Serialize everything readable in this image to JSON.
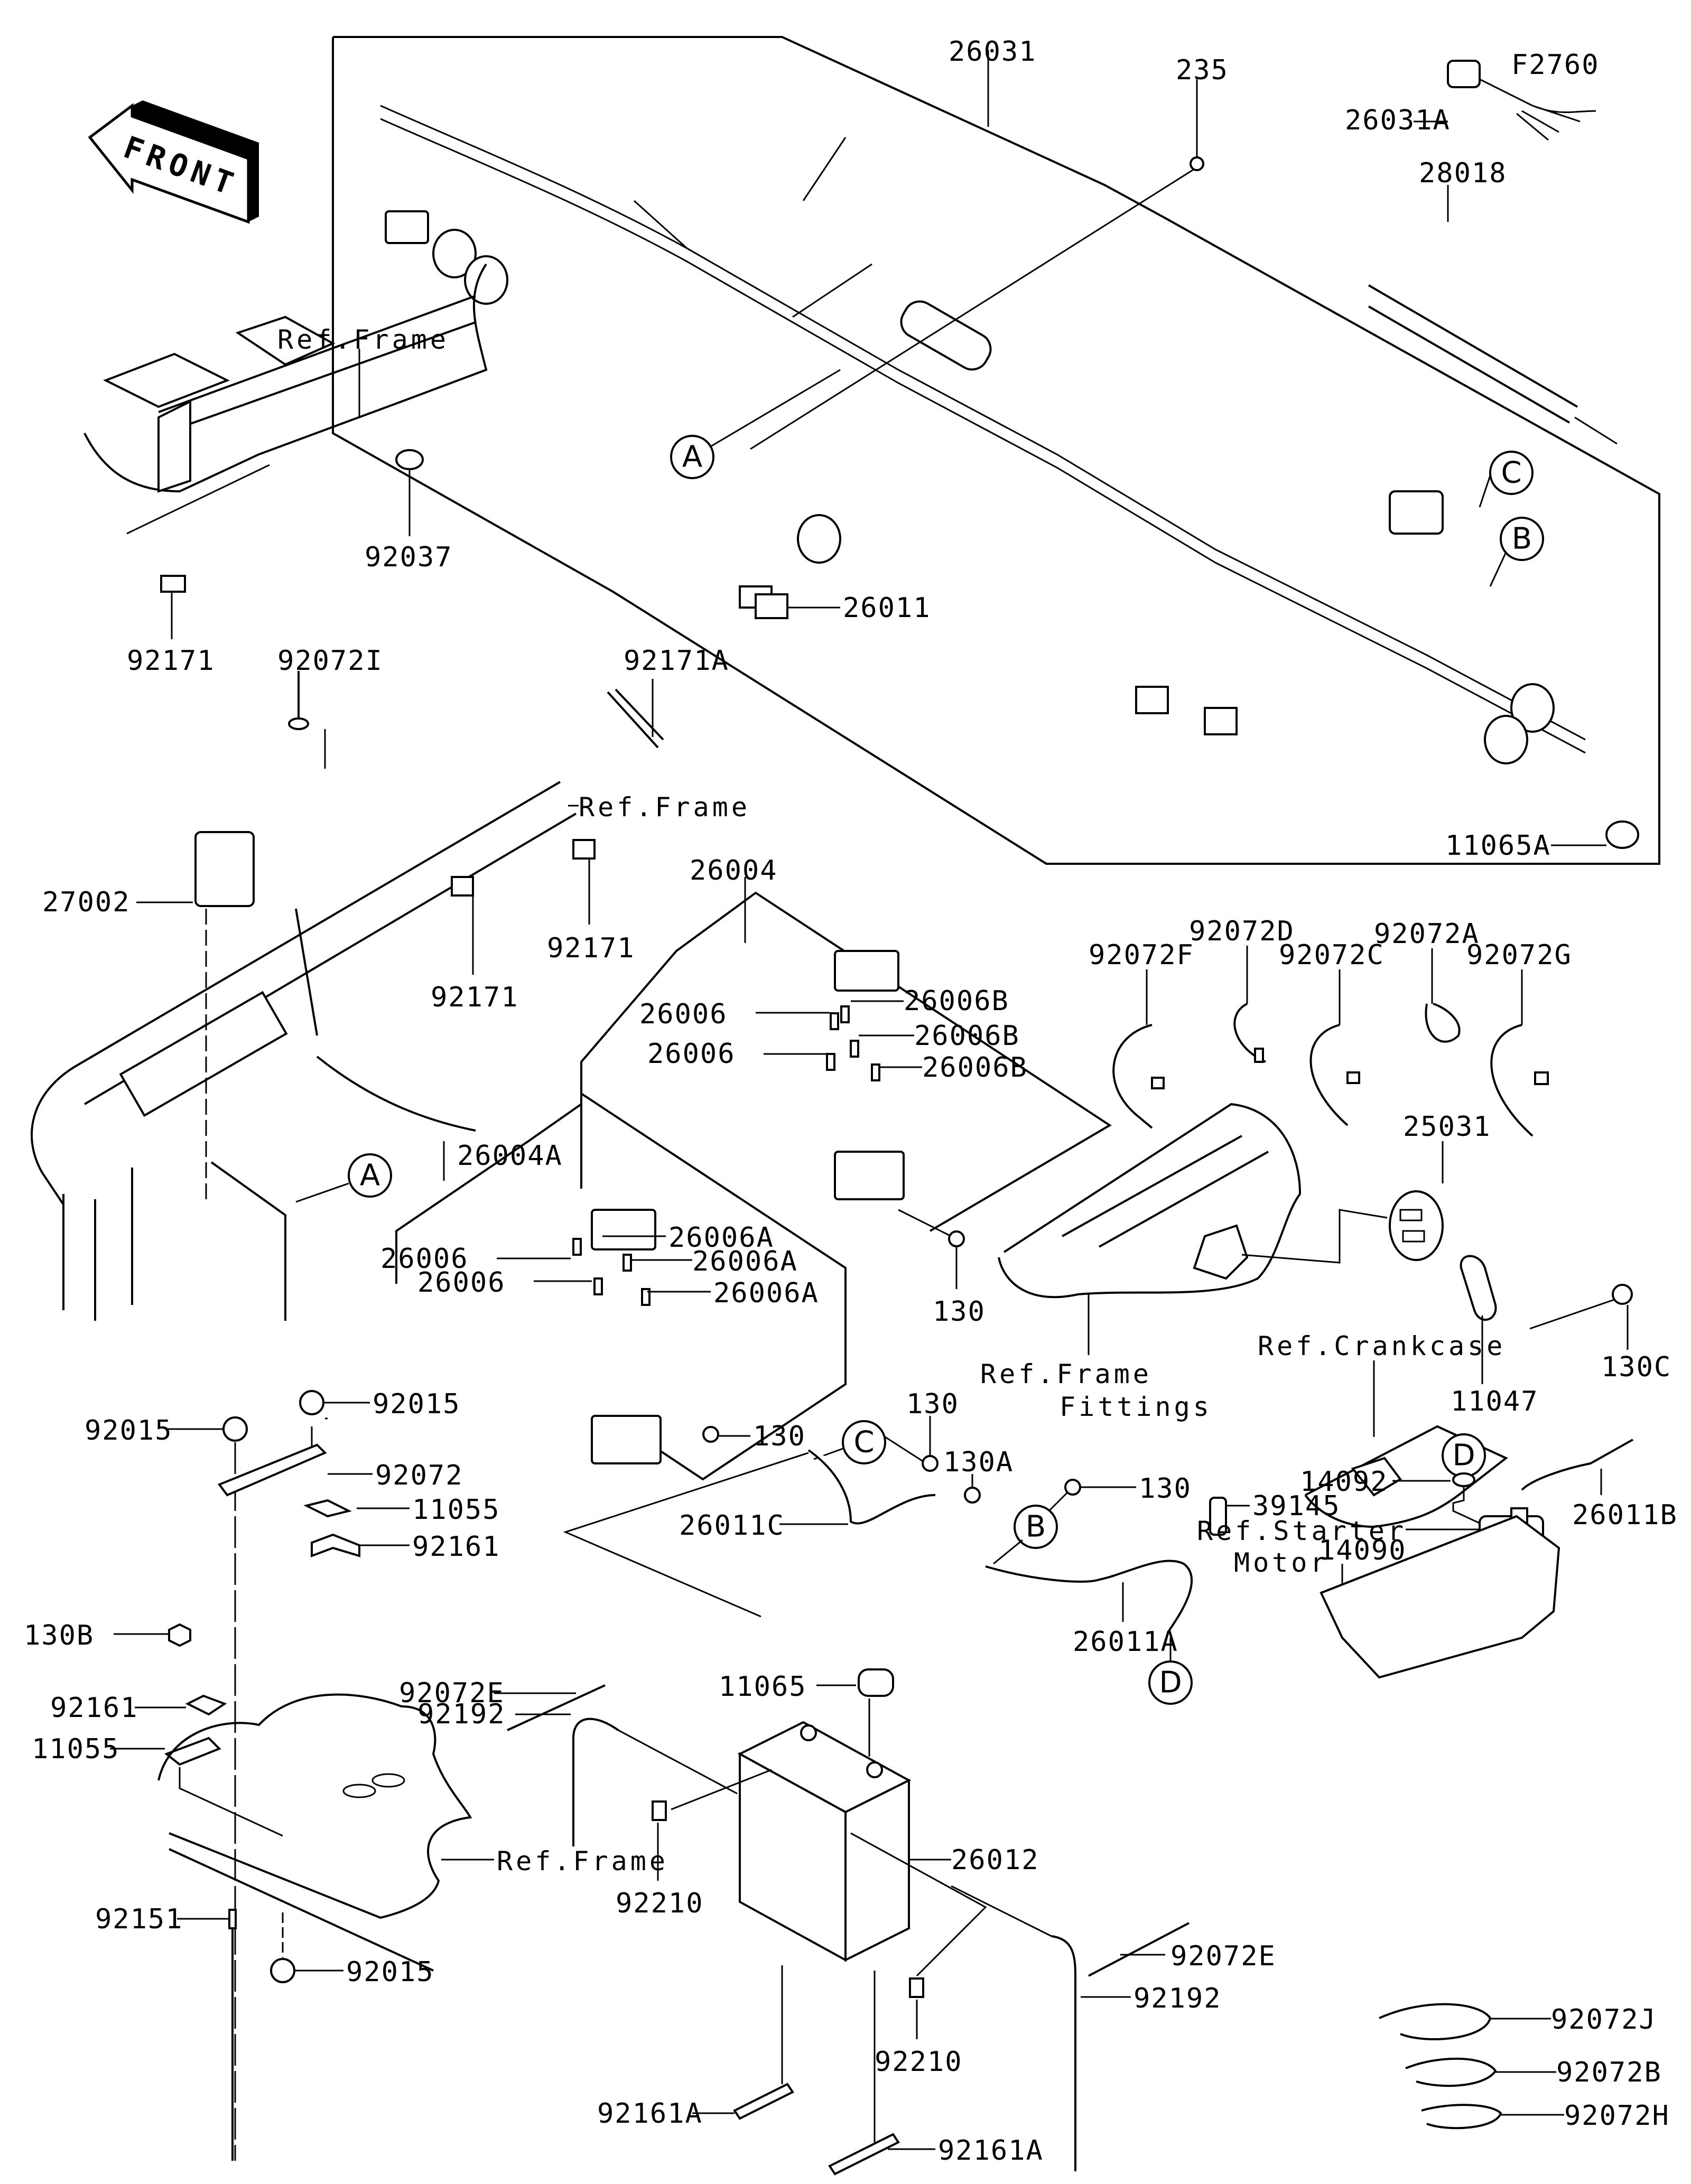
{
  "diagram": {
    "figure_code": "F2760",
    "direction_indicator": "FRONT",
    "callouts": {
      "a": "A",
      "b": "B",
      "c": "C",
      "d": "D"
    },
    "references": {
      "frame_top": "Ref.Frame",
      "frame_mid": "Ref.Frame",
      "frame_bottom": "Ref.Frame",
      "frame_fittings_line1": "Ref.Frame",
      "frame_fittings_line2": "Fittings",
      "crankcase": "Ref.Crankcase",
      "starter_motor_line1": "Ref.Starter",
      "starter_motor_line2": "Motor"
    },
    "parts": {
      "p26031": "26031",
      "p235": "235",
      "p26031A": "26031A",
      "p28018": "28018",
      "p26011": "26011",
      "p11065A": "11065A",
      "p92171A": "92171A",
      "p92037": "92037",
      "p92171_left": "92171",
      "p92072I": "92072I",
      "p27002": "27002",
      "p92171_mid": "92171",
      "p92171_right": "92171",
      "p26004": "26004",
      "p26006B_1": "26006B",
      "p26006B_2": "26006B",
      "p26006B_3": "26006B",
      "p26006_1": "26006",
      "p26006_2": "26006",
      "p26004A": "26004A",
      "p26006A_1": "26006A",
      "p26006A_2": "26006A",
      "p26006A_3": "26006A",
      "p26006_3": "26006",
      "p26006_4": "26006",
      "p130_fuse1": "130",
      "p130_fuse2": "130",
      "p92072F": "92072F",
      "p92072D": "92072D",
      "p92072C": "92072C",
      "p92072A": "92072A",
      "p92072G": "92072G",
      "p25031": "25031",
      "p130C": "130C",
      "p11047": "11047",
      "p92015_top": "92015",
      "p92015_left": "92015",
      "p92072": "92072",
      "p11055_top": "11055",
      "p92161_top": "92161",
      "p130B": "130B",
      "p92161_left": "92161",
      "p11055_left": "11055",
      "p92151": "92151",
      "p92015_bottom": "92015",
      "p130_c": "130",
      "p130A": "130A",
      "p26011C": "26011C",
      "p130_b": "130",
      "p92072E_left": "92072E",
      "p92192_left": "92192",
      "p11065": "11065",
      "p26011A": "26011A",
      "p26012": "26012",
      "p92210_left": "92210",
      "p92210_right": "92210",
      "p92072E_right": "92072E",
      "p92192_right": "92192",
      "p92161A_left": "92161A",
      "p92161A_right": "92161A",
      "p14092": "14092",
      "p26011B": "26011B",
      "p39145": "39145",
      "p14090": "14090",
      "p92072J": "92072J",
      "p92072B": "92072B",
      "p92072H": "92072H"
    }
  }
}
